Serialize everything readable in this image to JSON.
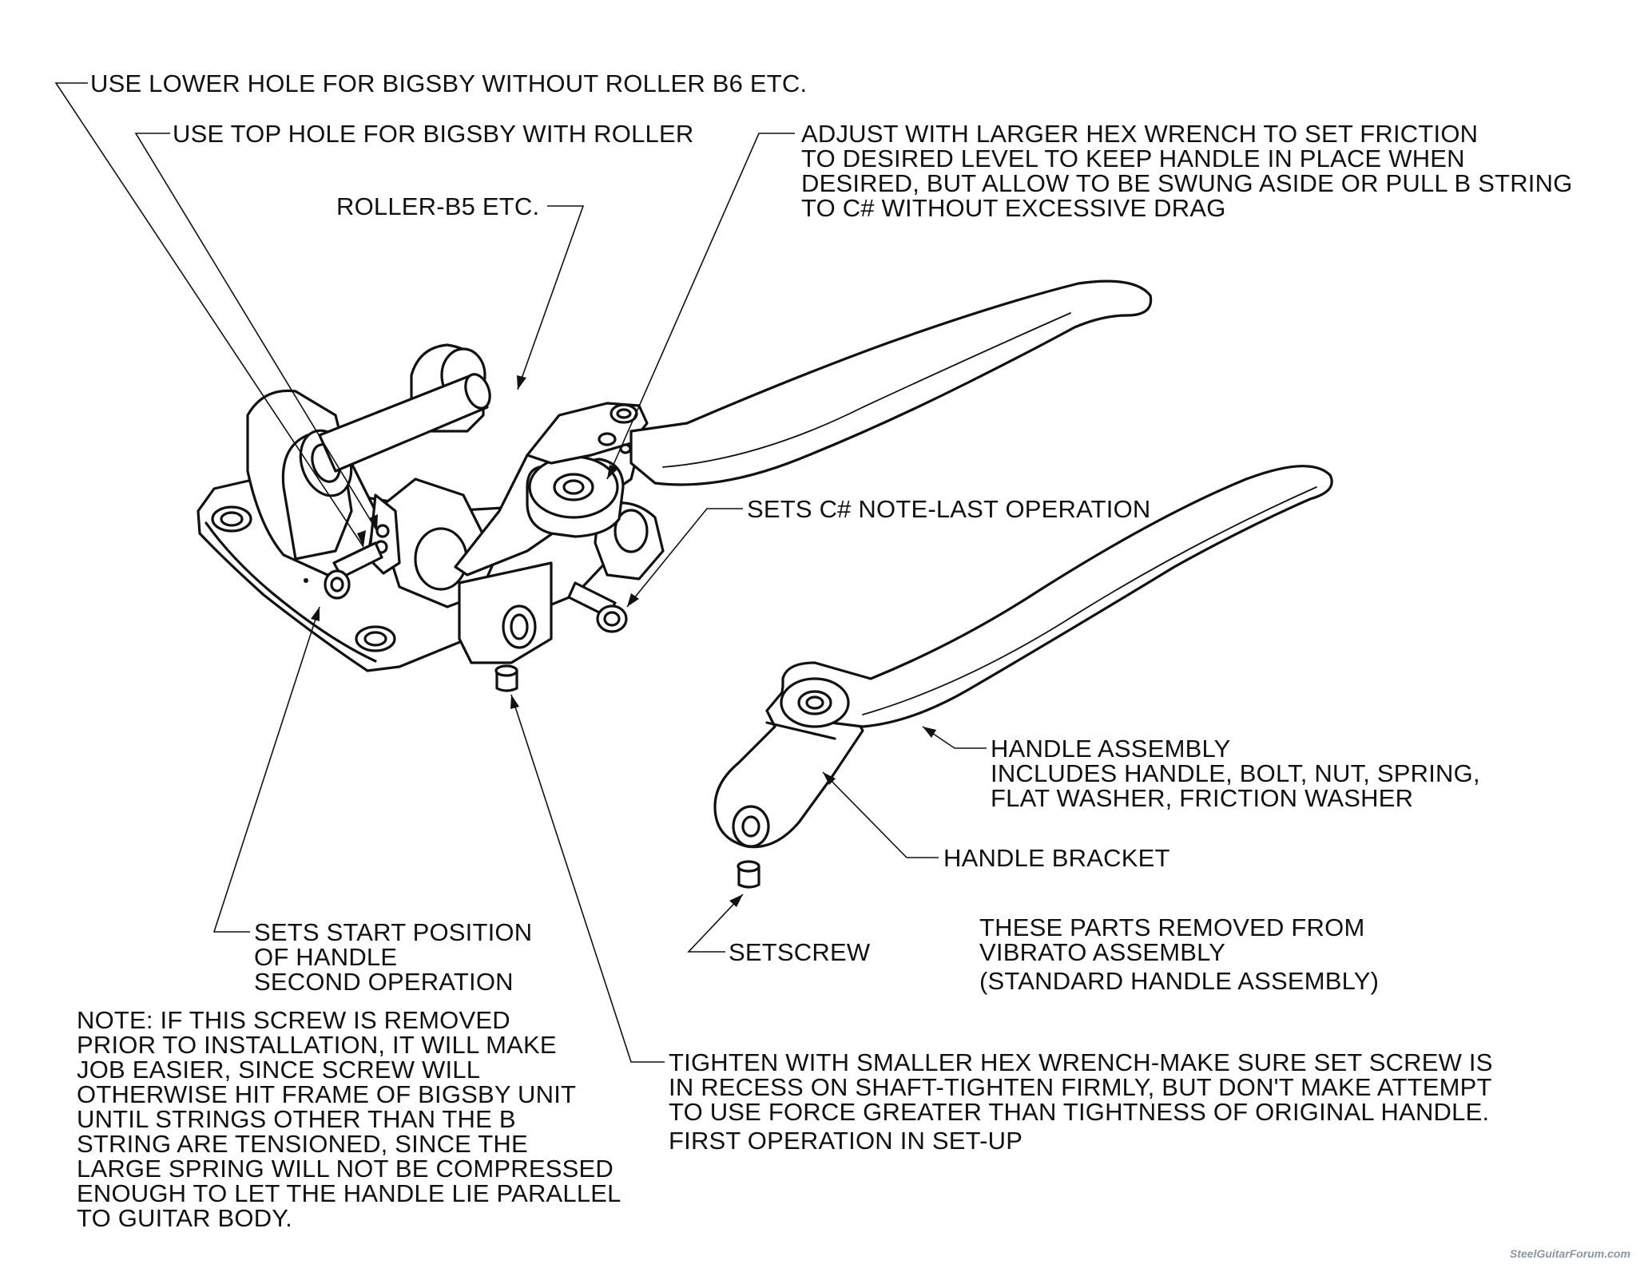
{
  "labels": {
    "lower_hole": "USE LOWER HOLE FOR BIGSBY WITHOUT ROLLER B6 ETC.",
    "top_hole": "USE TOP HOLE FOR BIGSBY WITH ROLLER",
    "roller": "ROLLER-B5 ETC.",
    "adjust": [
      "ADJUST WITH LARGER HEX WRENCH TO SET FRICTION",
      "TO DESIRED LEVEL TO KEEP HANDLE IN PLACE WHEN",
      "DESIRED, BUT ALLOW TO BE SWUNG ASIDE OR PULL B STRING",
      "TO C# WITHOUT EXCESSIVE DRAG"
    ],
    "sets_c_sharp": "SETS C# NOTE-LAST OPERATION",
    "handle_assembly": [
      "HANDLE ASSEMBLY",
      "INCLUDES HANDLE, BOLT, NUT, SPRING,",
      "FLAT WASHER, FRICTION WASHER"
    ],
    "handle_bracket": "HANDLE BRACKET",
    "setscrew": "SETSCREW",
    "removed_parts": [
      "THESE PARTS REMOVED FROM",
      "VIBRATO ASSEMBLY",
      "(STANDARD HANDLE ASSEMBLY)"
    ],
    "start_position": [
      "SETS START POSITION",
      "OF HANDLE",
      "SECOND OPERATION"
    ],
    "note": [
      "NOTE: IF THIS SCREW IS REMOVED",
      "PRIOR TO INSTALLATION, IT WILL MAKE",
      "JOB EASIER, SINCE SCREW WILL",
      "OTHERWISE HIT FRAME OF BIGSBY UNIT",
      "UNTIL STRINGS OTHER THAN THE B",
      "STRING ARE TENSIONED, SINCE THE",
      "LARGE SPRING WILL NOT BE COMPRESSED",
      "ENOUGH TO LET THE HANDLE LIE PARALLEL",
      "TO GUITAR BODY."
    ],
    "tighten": [
      "TIGHTEN WITH SMALLER HEX WRENCH-MAKE SURE SET SCREW IS",
      "IN RECESS ON SHAFT-TIGHTEN FIRMLY, BUT DON'T MAKE ATTEMPT",
      "TO USE FORCE GREATER THAN TIGHTNESS OF ORIGINAL HANDLE."
    ],
    "first_operation": "FIRST OPERATION IN SET-UP"
  },
  "watermark": "SteelGuitarForum.com"
}
